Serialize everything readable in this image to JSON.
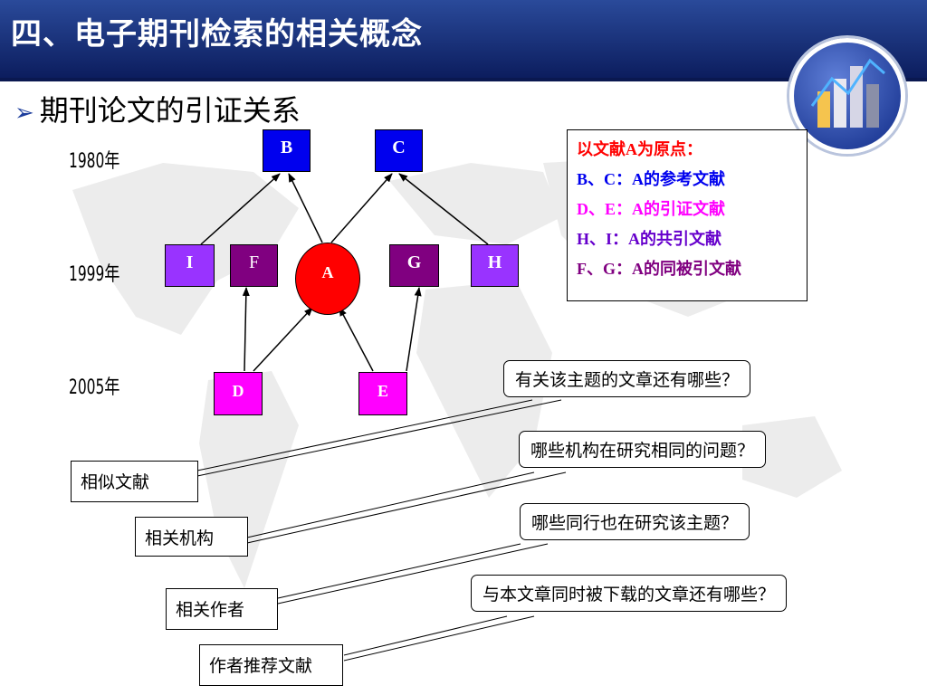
{
  "slide": {
    "title": "四、电子期刊检索的相关概念",
    "subtitle": "期刊论文的引证关系",
    "bullet_icon": "arrow-bullet-icon"
  },
  "years": [
    "1980年",
    "1999年",
    "2005年"
  ],
  "nodes": {
    "B": "B",
    "C": "C",
    "I": "I",
    "F": "F",
    "A": "A",
    "G": "G",
    "H": "H",
    "D": "D",
    "E": "E"
  },
  "colors": {
    "blue": "#0000ee",
    "light_purple": "#9933ff",
    "dark_purple": "#800080",
    "red": "#ff0000",
    "magenta": "#ff00ff",
    "header": "#14286e"
  },
  "legend": {
    "line1": "以文献A为原点：",
    "line2": "B、C：A的参考文献",
    "line3": "D、E：A的引证文献",
    "line4": "H、I：A的共引文献",
    "line5": "F、G：A的同被引文献"
  },
  "questions": [
    "有关该主题的文章还有哪些？",
    "哪些机构在研究相同的问题？",
    "哪些同行也在研究该主题？",
    "与本文章同时被下载的文章还有哪些？"
  ],
  "features": [
    "相似文献",
    "相关机构",
    "相关作者",
    "作者推荐文献"
  ]
}
